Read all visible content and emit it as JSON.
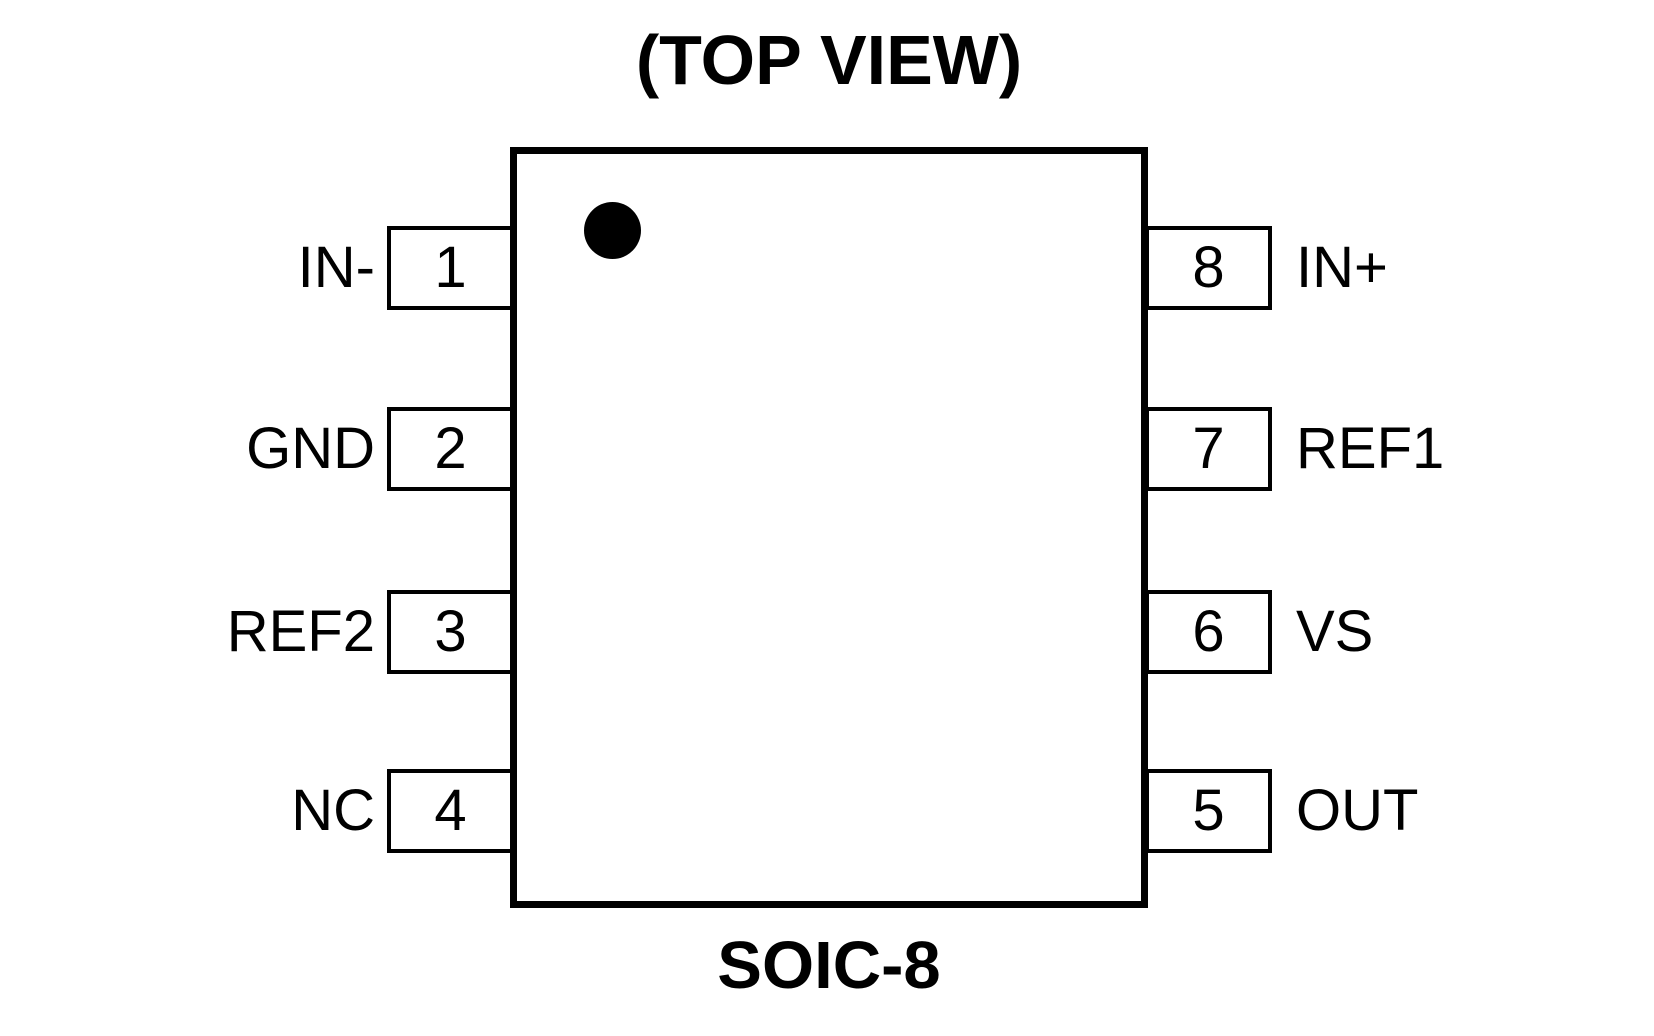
{
  "title": "(TOP VIEW)",
  "package_label": "SOIC-8",
  "colors": {
    "line": "#000000",
    "background": "#ffffff"
  },
  "chip": {
    "pin1_indicator": "filled-dot-top-left",
    "pins": {
      "left": [
        {
          "number": "1",
          "label": "IN-"
        },
        {
          "number": "2",
          "label": "GND"
        },
        {
          "number": "3",
          "label": "REF2"
        },
        {
          "number": "4",
          "label": "NC"
        }
      ],
      "right": [
        {
          "number": "8",
          "label": "IN+"
        },
        {
          "number": "7",
          "label": "REF1"
        },
        {
          "number": "6",
          "label": "VS"
        },
        {
          "number": "5",
          "label": "OUT"
        }
      ]
    }
  }
}
